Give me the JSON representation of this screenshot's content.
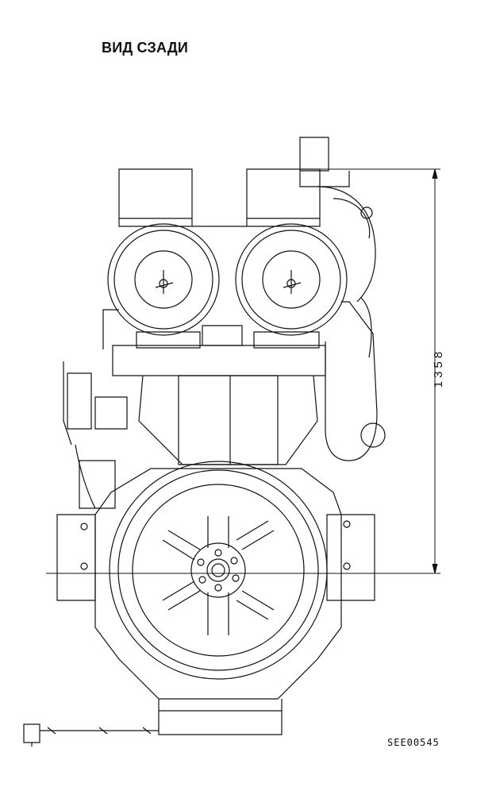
{
  "title": "ВИД СЗАДИ",
  "dimension": "1358",
  "drawing_code": "SEE00545",
  "colors": {
    "ink": "#111111",
    "paper": "#ffffff"
  }
}
